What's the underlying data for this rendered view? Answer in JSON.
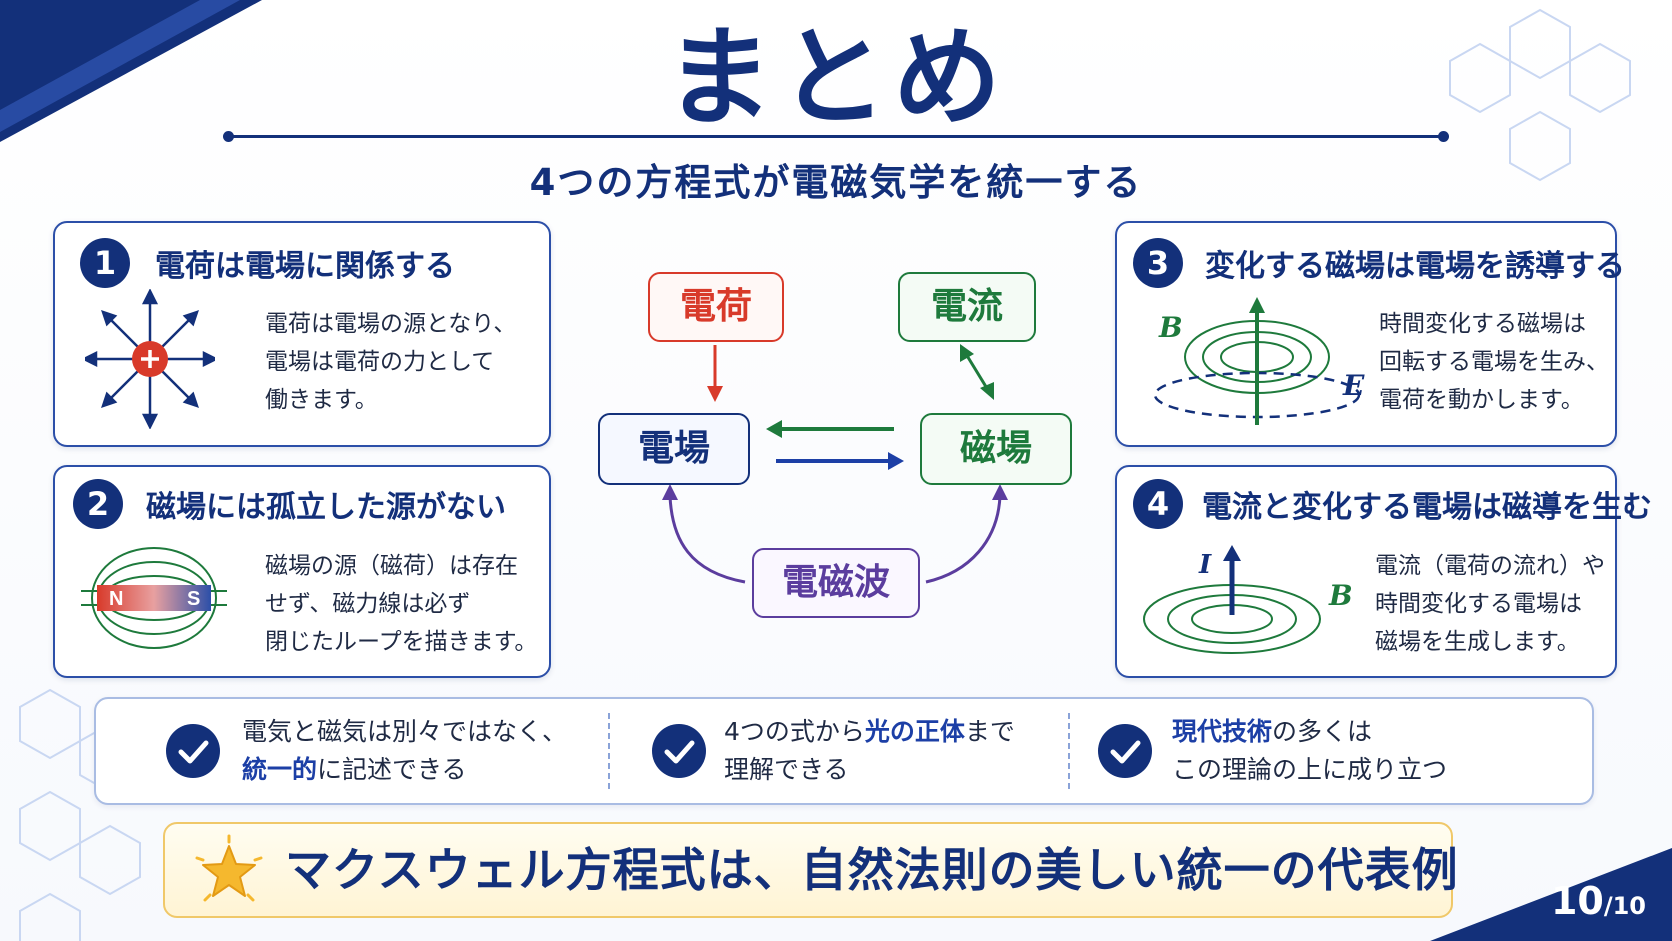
{
  "title": "まとめ",
  "subtitle": "4つの方程式が電磁気学を統一する",
  "cards": [
    {
      "num": "1",
      "title": "電荷は電場に関係する",
      "lines": [
        "電荷は電場の源となり、",
        "電場は電荷の力として",
        "働きます。"
      ]
    },
    {
      "num": "2",
      "title": "磁場には孤立した源がない",
      "lines": [
        "磁場の源（磁荷）は存在",
        "せず、磁力線は必ず",
        "閉じたループを描きます。"
      ],
      "magnet": {
        "n": "N",
        "s": "S"
      }
    },
    {
      "num": "3",
      "title": "変化する磁場は電場を誘導する",
      "lines": [
        "時間変化する磁場は",
        "回転する電場を生み、",
        "電荷を動かします。"
      ],
      "labels": {
        "b": "B",
        "e": "E"
      }
    },
    {
      "num": "4",
      "title": "電流と変化する電場は磁導を生む",
      "lines": [
        "電流（電荷の流れ）や",
        "時間変化する電場は",
        "磁場を生成します。"
      ],
      "labels": {
        "i": "I",
        "b": "B"
      }
    }
  ],
  "diagram": {
    "charge": "電荷",
    "current": "電流",
    "efield": "電場",
    "mfield": "磁場",
    "wave": "電磁波"
  },
  "bottom": [
    {
      "l1": "電気と磁気は別々ではなく、",
      "l2a": "統一的",
      "l2b": "に記述できる"
    },
    {
      "l1a": "4つの式から",
      "l1b": "光の正体",
      "l1c": "まで",
      "l2": "理解できる"
    },
    {
      "l1a": "現代技術",
      "l1b": "の多くは",
      "l2": "この理論の上に成り立つ"
    }
  ],
  "banner": "マクスウェル方程式は、自然法則の美しい統一の代表例",
  "page": {
    "current": "10",
    "total": "/10"
  },
  "colors": {
    "navy": "#13307a",
    "red": "#d83a2a",
    "green": "#1e7a3c",
    "purple": "#5b3d9e",
    "gold": "#f5b82e"
  }
}
